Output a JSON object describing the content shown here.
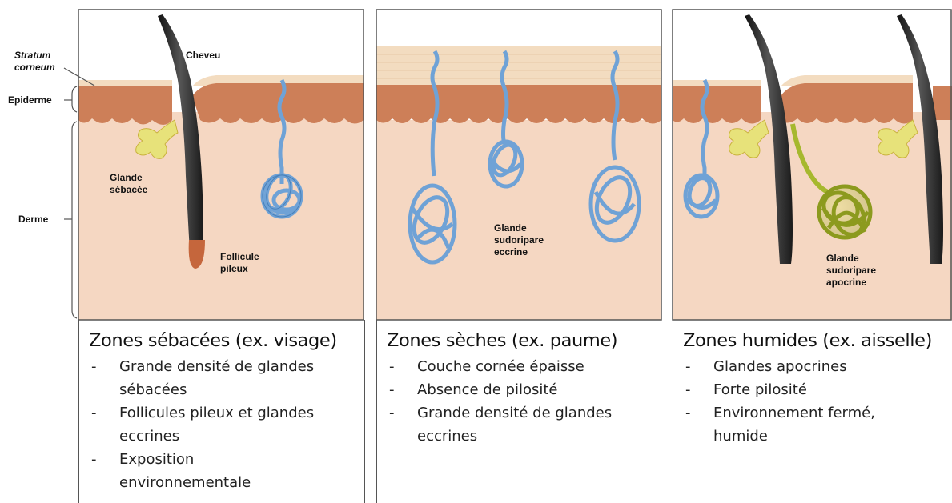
{
  "side_labels": {
    "stratum_1": "Stratum",
    "stratum_2": "corneum",
    "epiderme": "Epiderme",
    "derme": "Derme"
  },
  "panel_labels": {
    "cheveu": "Cheveu",
    "glande_sebacee_1": "Glande",
    "glande_sebacee_2": "sébacée",
    "follicule_1": "Follicule",
    "follicule_2": "pileux",
    "eccrine_1": "Glande",
    "eccrine_2": "sudoripare",
    "eccrine_3": "eccrine",
    "apocrine_1": "Glande",
    "apocrine_2": "sudoripare",
    "apocrine_3": "apocrine"
  },
  "columns": [
    {
      "title": "Zones sébacées (ex. visage)",
      "items": [
        "Grande densité de glandes",
        "sébacées",
        "Follicules pileux et glandes",
        "eccrines",
        "Exposition",
        "environnementale"
      ]
    },
    {
      "title": "Zones sèches (ex. paume)",
      "items": [
        "Couche cornée épaisse",
        "Absence de pilosité",
        "Grande densité de glandes",
        "eccrines"
      ]
    },
    {
      "title": "Zones humides (ex. aisselle)",
      "items": [
        "Glandes apocrines",
        "Forte pilosité",
        "Environnement fermé,",
        "humide"
      ]
    }
  ],
  "colors": {
    "dermis": "#f5d7c2",
    "epidermis": "#cd7f58",
    "stratum": "#f3dcc0",
    "eccrine_gland": "#6fa2d6",
    "apocrine_gland": "#a6b82e",
    "sebaceous_gland": "#e7e27a",
    "hair": "#2a2a2a"
  }
}
